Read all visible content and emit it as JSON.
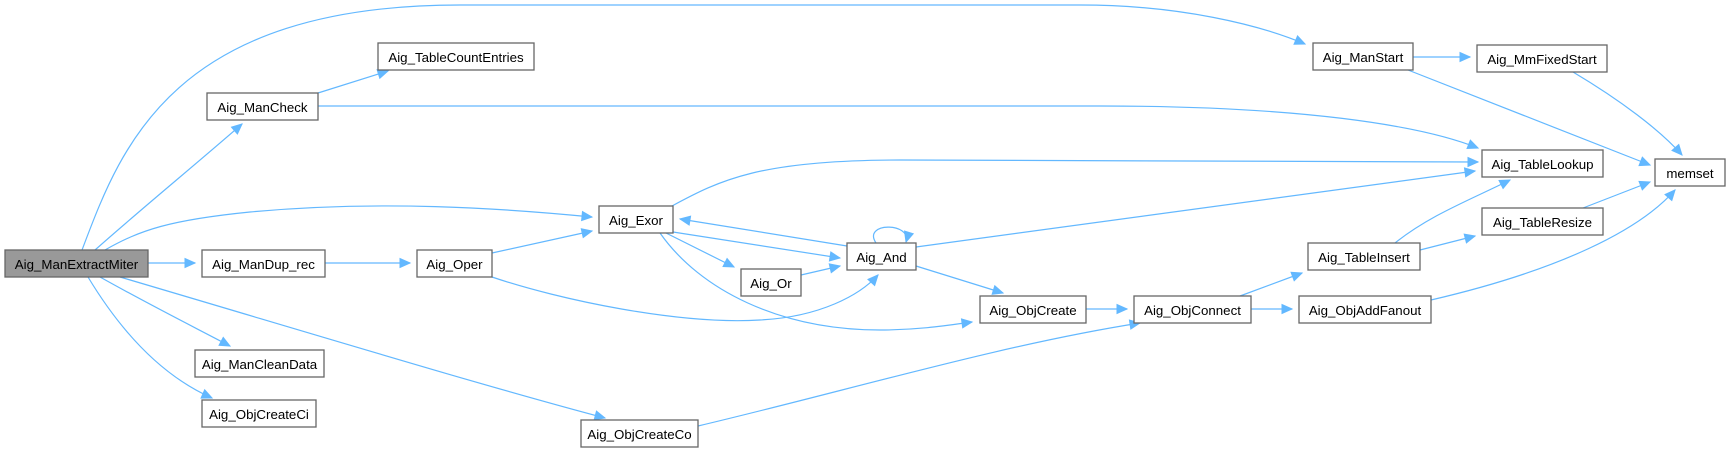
{
  "diagram": {
    "type": "call-graph",
    "root": "Aig_ManExtractMiter",
    "nodes": [
      {
        "id": "Aig_ManExtractMiter",
        "label": "Aig_ManExtractMiter",
        "root": true
      },
      {
        "id": "Aig_ManCheck",
        "label": "Aig_ManCheck"
      },
      {
        "id": "Aig_TableCountEntries",
        "label": "Aig_TableCountEntries"
      },
      {
        "id": "Aig_ManDup_rec",
        "label": "Aig_ManDup_rec"
      },
      {
        "id": "Aig_Oper",
        "label": "Aig_Oper"
      },
      {
        "id": "Aig_Exor",
        "label": "Aig_Exor"
      },
      {
        "id": "Aig_Or",
        "label": "Aig_Or"
      },
      {
        "id": "Aig_And",
        "label": "Aig_And"
      },
      {
        "id": "Aig_ManCleanData",
        "label": "Aig_ManCleanData"
      },
      {
        "id": "Aig_ObjCreateCi",
        "label": "Aig_ObjCreateCi"
      },
      {
        "id": "Aig_ObjCreateCo",
        "label": "Aig_ObjCreateCo"
      },
      {
        "id": "Aig_ObjCreate",
        "label": "Aig_ObjCreate"
      },
      {
        "id": "Aig_ObjConnect",
        "label": "Aig_ObjConnect"
      },
      {
        "id": "Aig_TableInsert",
        "label": "Aig_TableInsert"
      },
      {
        "id": "Aig_ObjAddFanout",
        "label": "Aig_ObjAddFanout"
      },
      {
        "id": "Aig_ManStart",
        "label": "Aig_ManStart"
      },
      {
        "id": "Aig_MmFixedStart",
        "label": "Aig_MmFixedStart"
      },
      {
        "id": "Aig_TableLookup",
        "label": "Aig_TableLookup"
      },
      {
        "id": "Aig_TableResize",
        "label": "Aig_TableResize"
      },
      {
        "id": "memset",
        "label": "memset"
      }
    ],
    "edges": [
      [
        "Aig_ManExtractMiter",
        "Aig_ManStart"
      ],
      [
        "Aig_ManExtractMiter",
        "Aig_ManCheck"
      ],
      [
        "Aig_ManExtractMiter",
        "Aig_Exor"
      ],
      [
        "Aig_ManExtractMiter",
        "Aig_ManDup_rec"
      ],
      [
        "Aig_ManExtractMiter",
        "Aig_ManCleanData"
      ],
      [
        "Aig_ManExtractMiter",
        "Aig_ObjCreateCi"
      ],
      [
        "Aig_ManExtractMiter",
        "Aig_ObjCreateCo"
      ],
      [
        "Aig_ManCheck",
        "Aig_TableCountEntries"
      ],
      [
        "Aig_ManCheck",
        "Aig_TableLookup"
      ],
      [
        "Aig_ManDup_rec",
        "Aig_ManDup_rec"
      ],
      [
        "Aig_ManDup_rec",
        "Aig_Oper"
      ],
      [
        "Aig_Oper",
        "Aig_Exor"
      ],
      [
        "Aig_Oper",
        "Aig_And"
      ],
      [
        "Aig_Exor",
        "Aig_TableLookup"
      ],
      [
        "Aig_Exor",
        "Aig_And"
      ],
      [
        "Aig_Exor",
        "Aig_Or"
      ],
      [
        "Aig_Exor",
        "Aig_ObjCreate"
      ],
      [
        "Aig_Or",
        "Aig_And"
      ],
      [
        "Aig_And",
        "Aig_Exor"
      ],
      [
        "Aig_And",
        "Aig_And"
      ],
      [
        "Aig_And",
        "Aig_TableLookup"
      ],
      [
        "Aig_And",
        "Aig_ObjCreate"
      ],
      [
        "Aig_ObjCreate",
        "Aig_ObjConnect"
      ],
      [
        "Aig_ObjCreateCo",
        "Aig_ObjConnect"
      ],
      [
        "Aig_ObjConnect",
        "Aig_TableInsert"
      ],
      [
        "Aig_ObjConnect",
        "Aig_ObjAddFanout"
      ],
      [
        "Aig_TableInsert",
        "Aig_TableLookup"
      ],
      [
        "Aig_TableInsert",
        "Aig_TableResize"
      ],
      [
        "Aig_TableResize",
        "memset"
      ],
      [
        "Aig_ObjAddFanout",
        "memset"
      ],
      [
        "Aig_ManStart",
        "Aig_MmFixedStart"
      ],
      [
        "Aig_ManStart",
        "memset"
      ],
      [
        "Aig_MmFixedStart",
        "memset"
      ]
    ]
  }
}
